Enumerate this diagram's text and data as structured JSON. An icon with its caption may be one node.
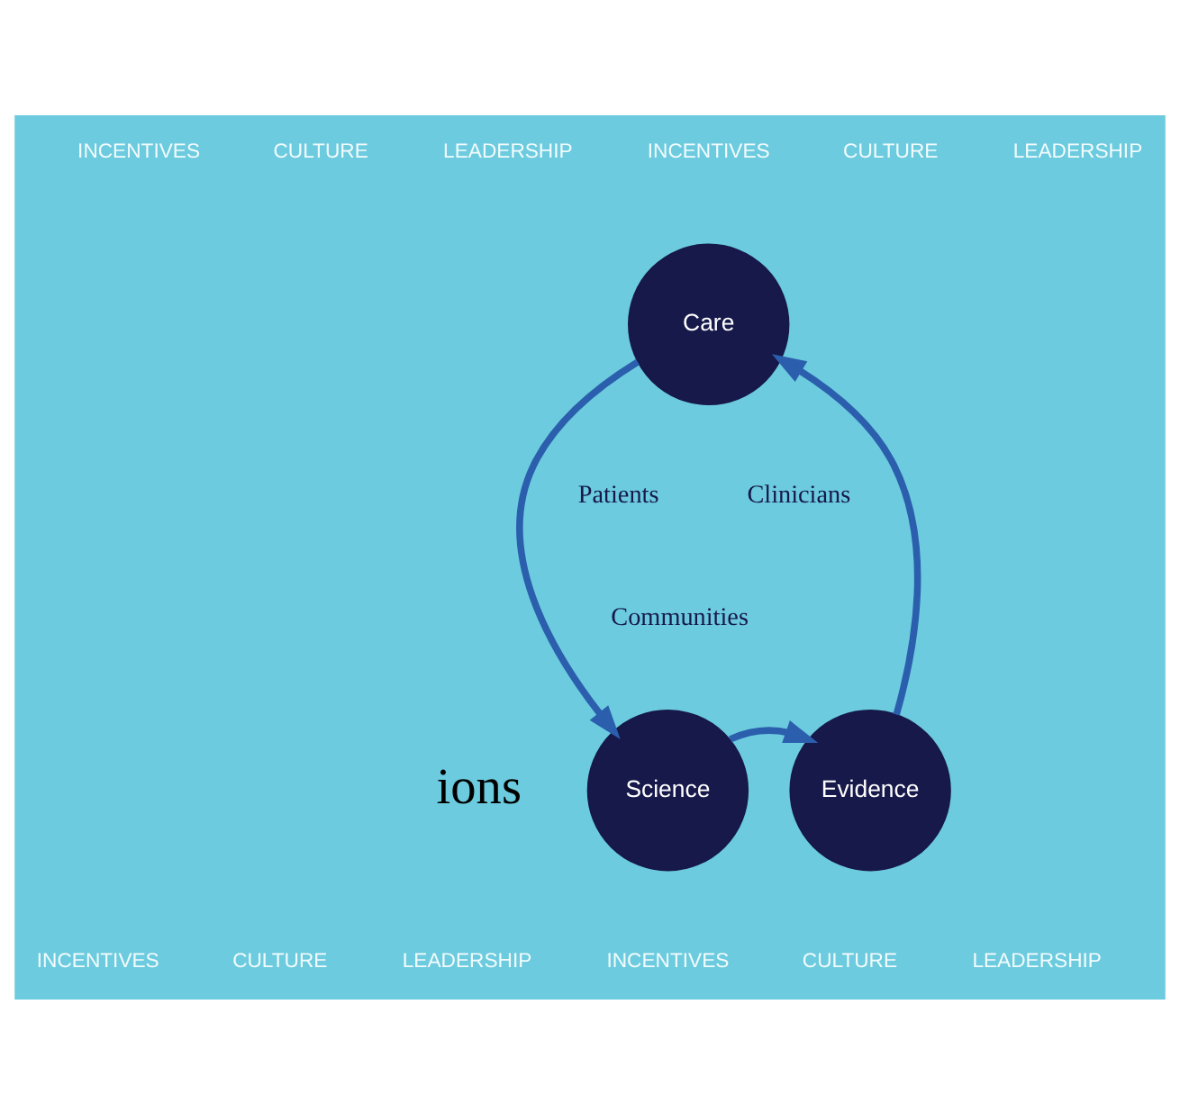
{
  "diagram": {
    "nodes": [
      {
        "text": [
          "Care"
        ]
      },
      {
        "text": [
          "Science"
        ]
      },
      {
        "text": [
          "Evidence"
        ]
      }
    ],
    "edges": [
      {
        "from": 0,
        "to": 1,
        "arrow": "to"
      },
      {
        "from": 1,
        "to": 2,
        "arrow": "to"
      },
      {
        "from": 2,
        "to": 0,
        "arrow": "to"
      }
    ],
    "labels": [
      "ions",
      "Patients",
      "Clinicians",
      "Communities",
      "INCENTIVES",
      "CULTURE",
      "LEADERSHIP",
      "INCENTIVES",
      "CULTURE",
      "LEADERSHIP",
      "INCENTIVES",
      "CULTURE",
      "LEADERSHIP",
      "INCENTIVES",
      "CULTURE",
      "LEADERSHIP"
    ]
  }
}
